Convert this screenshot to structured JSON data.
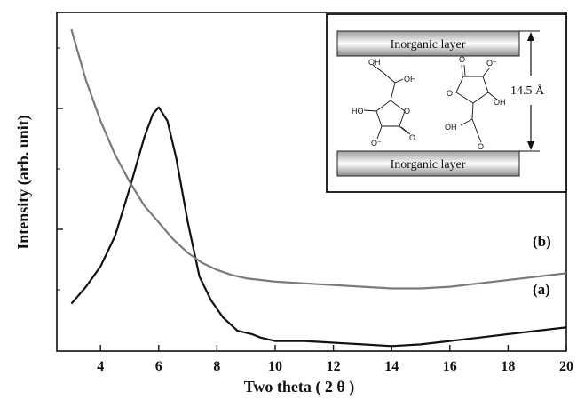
{
  "chart_data": {
    "type": "line",
    "title": "",
    "xlabel": "Two theta ( 2 θ )",
    "ylabel": "Intensity (arb. unit)",
    "xlim": [
      2.5,
      20
    ],
    "ylim": [
      0,
      100
    ],
    "x_ticks": [
      4,
      6,
      8,
      10,
      12,
      14,
      16,
      18,
      20
    ],
    "x_tick_labels": [
      "4",
      "6",
      "8",
      "10",
      "12",
      "14",
      "16",
      "18",
      "20"
    ],
    "y_ticks_labeled": false,
    "grid": false,
    "series": [
      {
        "name": "(a)",
        "color": "#111111",
        "x": [
          3.0,
          3.5,
          4.0,
          4.5,
          5.0,
          5.5,
          5.8,
          6.0,
          6.3,
          6.6,
          7.0,
          7.4,
          7.8,
          8.2,
          8.7,
          9.2,
          9.5,
          10,
          11,
          12,
          13,
          14,
          15,
          16,
          17,
          18,
          19,
          20
        ],
        "y": [
          14,
          19,
          25,
          34,
          48,
          63,
          70,
          72,
          68,
          57,
          38,
          22,
          15,
          10,
          6,
          5,
          4,
          3,
          3,
          2.5,
          2,
          1.5,
          2,
          3,
          4,
          5,
          6,
          7
        ]
      },
      {
        "name": "(b)",
        "color": "#7a7a7a",
        "x": [
          3.0,
          3.5,
          4.0,
          4.5,
          5.0,
          5.5,
          6.0,
          6.5,
          7.0,
          7.5,
          8.0,
          8.5,
          9.0,
          9.5,
          10,
          11,
          12,
          13,
          14,
          15,
          16,
          17,
          18,
          19,
          20
        ],
        "y": [
          95,
          80,
          68,
          58,
          50,
          43,
          38,
          33,
          29,
          26,
          24,
          22.5,
          21.5,
          21,
          20.5,
          20,
          19.5,
          19,
          18.5,
          18.5,
          19,
          20,
          21,
          22,
          23
        ]
      }
    ],
    "annotations": [
      "(a)",
      "(b)"
    ]
  },
  "inset": {
    "top_layer_label": "Inorganic layer",
    "bottom_layer_label": "Inorganic layer",
    "spacing_label": "14.5 Å",
    "chem_atoms": [
      "OH",
      "OH",
      "HO",
      "O",
      "O",
      "O",
      "O⁻",
      "O",
      "O",
      "O⁻",
      "OH",
      "OH"
    ]
  }
}
